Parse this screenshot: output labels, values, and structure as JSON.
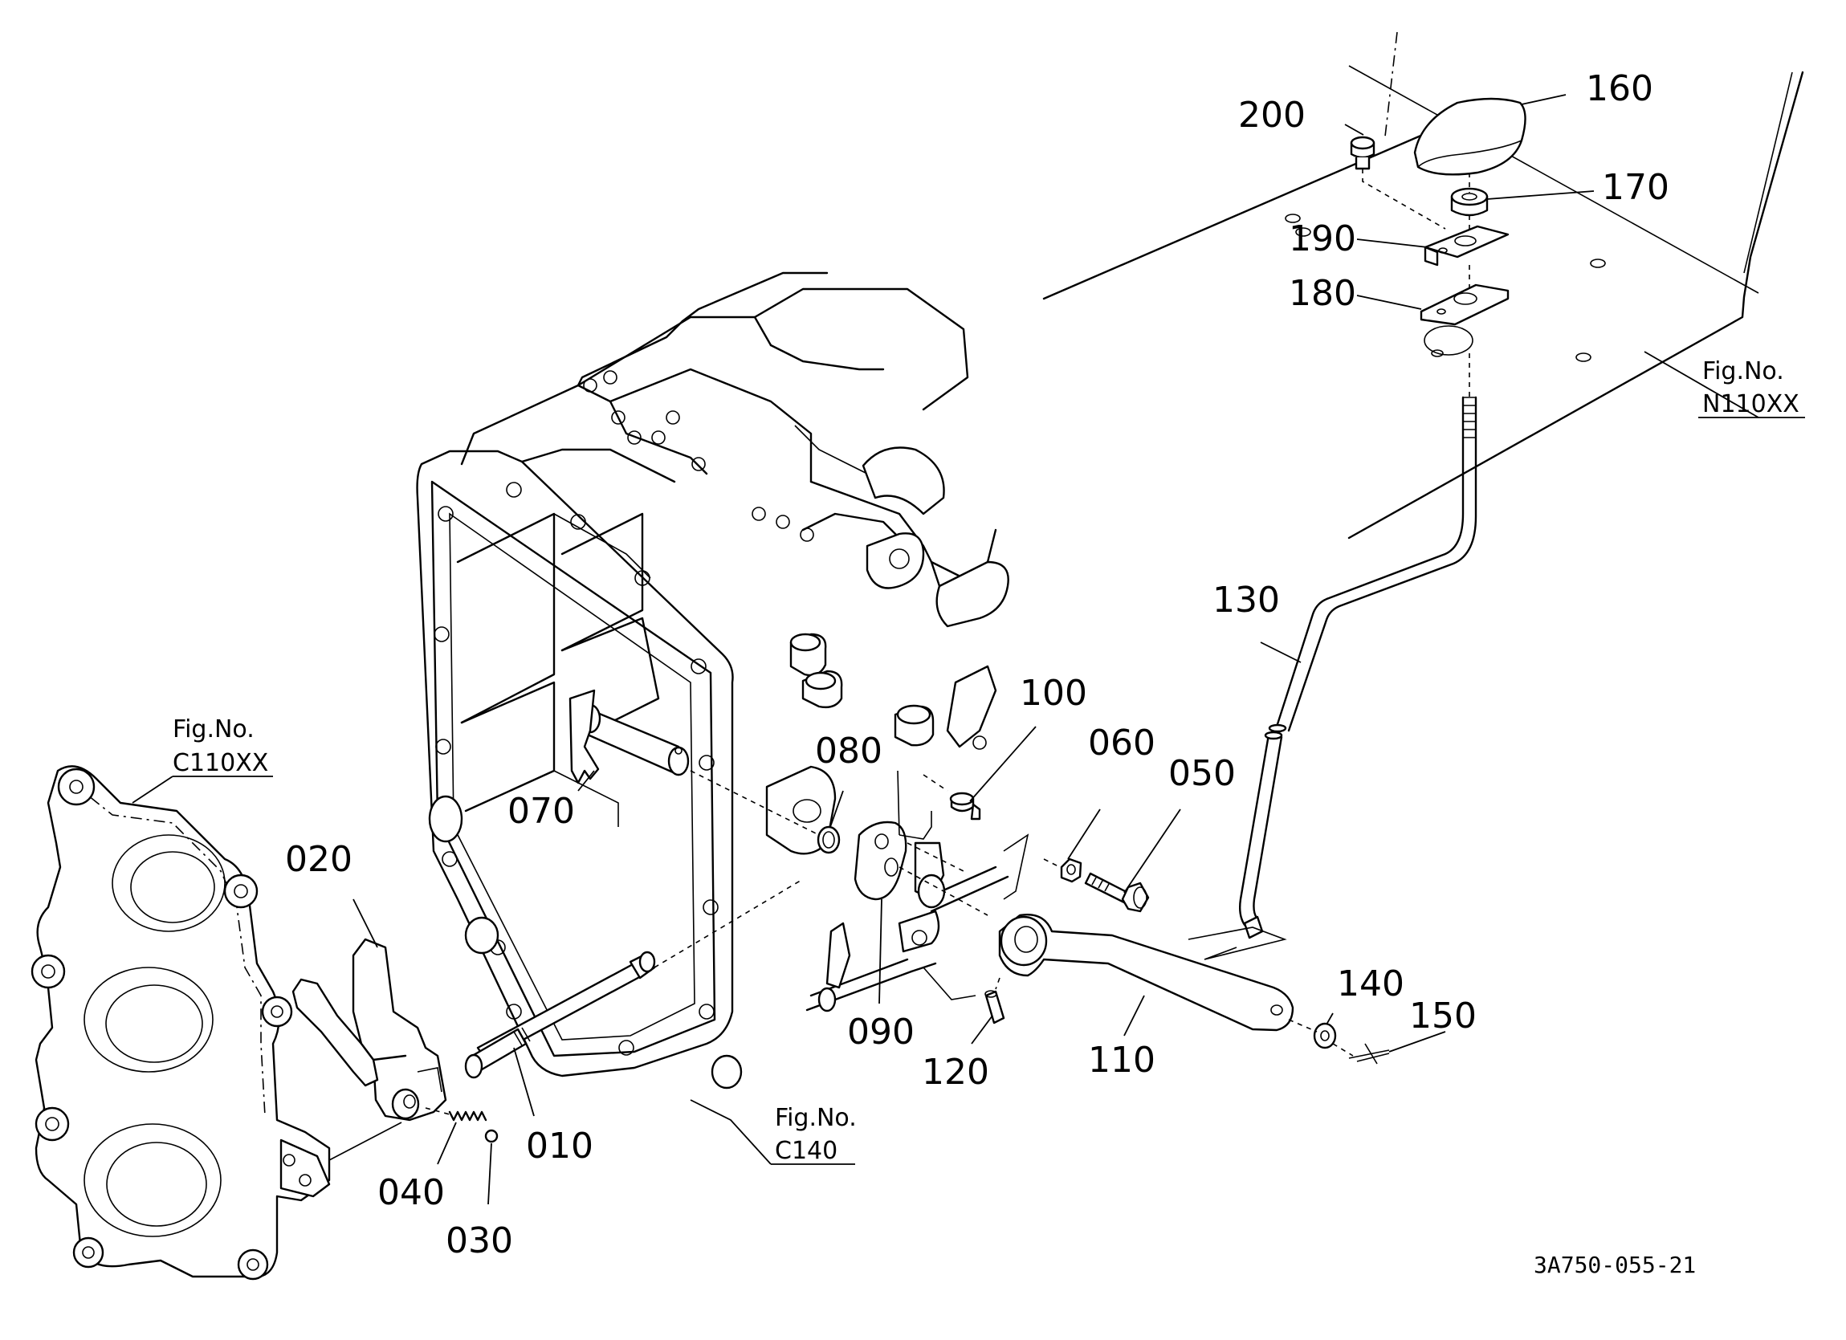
{
  "parts": [
    {
      "id": "p010",
      "label": "010"
    },
    {
      "id": "p020",
      "label": "020"
    },
    {
      "id": "p030",
      "label": "030"
    },
    {
      "id": "p040",
      "label": "040"
    },
    {
      "id": "p050",
      "label": "050"
    },
    {
      "id": "p060",
      "label": "060"
    },
    {
      "id": "p070",
      "label": "070"
    },
    {
      "id": "p080",
      "label": "080"
    },
    {
      "id": "p090",
      "label": "090"
    },
    {
      "id": "p100",
      "label": "100"
    },
    {
      "id": "p110",
      "label": "110"
    },
    {
      "id": "p120",
      "label": "120"
    },
    {
      "id": "p130",
      "label": "130"
    },
    {
      "id": "p140",
      "label": "140"
    },
    {
      "id": "p150",
      "label": "150"
    },
    {
      "id": "p160",
      "label": "160"
    },
    {
      "id": "p170",
      "label": "170"
    },
    {
      "id": "p180",
      "label": "180"
    },
    {
      "id": "p190",
      "label": "190"
    },
    {
      "id": "p200",
      "label": "200"
    }
  ],
  "figure_refs": [
    {
      "title": "Fig.No.",
      "code": "C110XX"
    },
    {
      "title": "Fig.No.",
      "code": "C140"
    },
    {
      "title": "Fig.No.",
      "code": "N110XX"
    }
  ],
  "diagram_code": "3A750-055-21"
}
